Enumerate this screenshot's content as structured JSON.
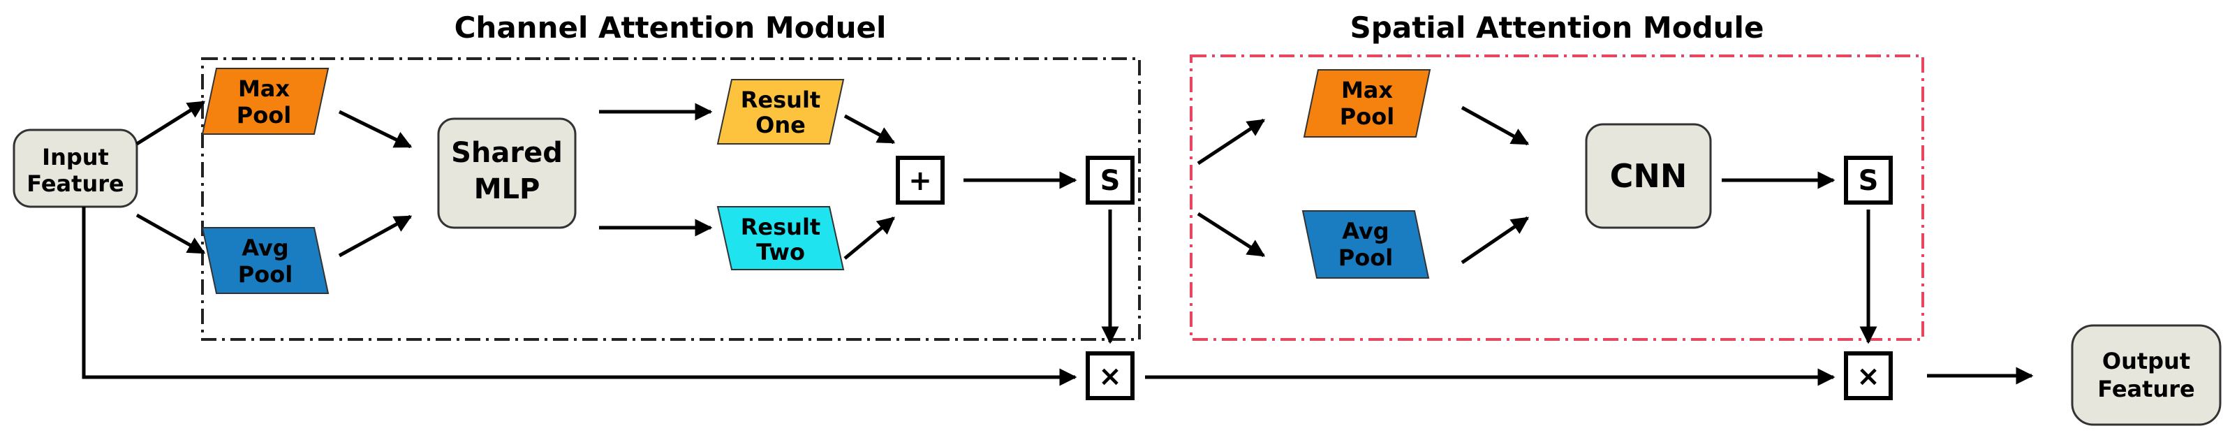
{
  "channel_module": {
    "title": "Channel Attention Moduel"
  },
  "spatial_module": {
    "title": "Spatial Attention Module"
  },
  "input_feature": {
    "line1": "Input",
    "line2": "Feature"
  },
  "output_feature": {
    "line1": "Output",
    "line2": "Feature"
  },
  "channel_max_pool": {
    "line1": "Max",
    "line2": "Pool"
  },
  "channel_avg_pool": {
    "line1": "Avg",
    "line2": "Pool"
  },
  "shared_mlp": {
    "line1": "Shared",
    "line2": "MLP"
  },
  "result_one": {
    "line1": "Result",
    "line2": "One"
  },
  "result_two": {
    "line1": "Result",
    "line2": "Two"
  },
  "spatial_max_pool": {
    "line1": "Max",
    "line2": "Pool"
  },
  "spatial_avg_pool": {
    "line1": "Avg",
    "line2": "Pool"
  },
  "cnn": {
    "label": "CNN"
  },
  "operators": {
    "add": "+",
    "sigmoid": "S",
    "multiply": "×"
  },
  "colors": {
    "max_pool": "#f5820f",
    "avg_pool": "#1a7dc2",
    "result_one": "#fdc33f",
    "result_two": "#1fe3ef",
    "rounded_box": "#e6e6dc",
    "spatial_border": "#e8455f",
    "channel_border": "#222222"
  }
}
